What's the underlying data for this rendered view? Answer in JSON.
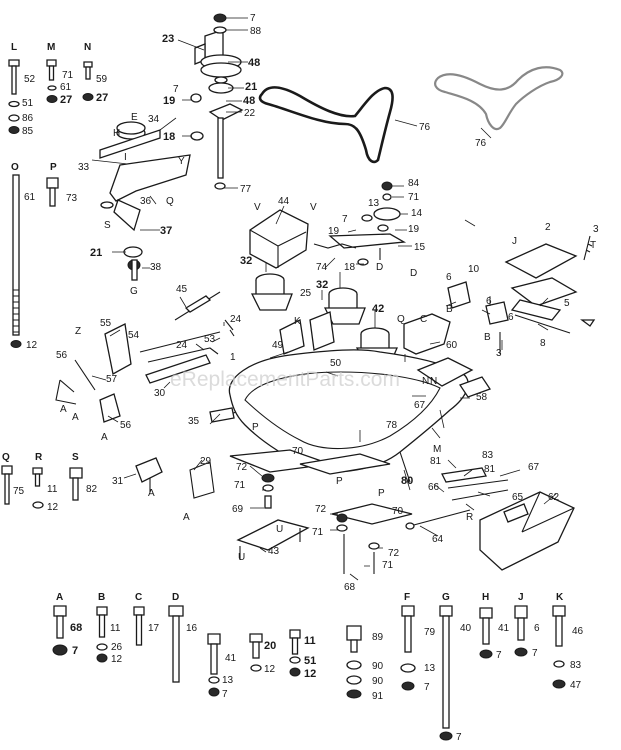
{
  "watermark": "eReplacementParts.com",
  "hardware_columns": [
    "L",
    "M",
    "N",
    "O",
    "P",
    "Q",
    "R",
    "S",
    "A",
    "B",
    "C",
    "D",
    "F",
    "G",
    "H",
    "J",
    "K"
  ],
  "part_numbers": [
    "1",
    "2",
    "3",
    "5",
    "6",
    "7",
    "8",
    "10",
    "11",
    "12",
    "13",
    "14",
    "15",
    "16",
    "17",
    "18",
    "19",
    "20",
    "21",
    "22",
    "23",
    "24",
    "25",
    "26",
    "27",
    "29",
    "30",
    "31",
    "32",
    "33",
    "34",
    "35",
    "36",
    "37",
    "38",
    "40",
    "41",
    "42",
    "43",
    "44",
    "45",
    "46",
    "47",
    "48",
    "49",
    "50",
    "51",
    "52",
    "53",
    "54",
    "55",
    "56",
    "57",
    "58",
    "59",
    "60",
    "61",
    "62",
    "64",
    "65",
    "66",
    "67",
    "68",
    "69",
    "70",
    "71",
    "72",
    "73",
    "74",
    "75",
    "76",
    "77",
    "78",
    "79",
    "80",
    "81",
    "82",
    "83",
    "84",
    "85",
    "86",
    "88",
    "89",
    "90",
    "91"
  ],
  "callout_letters": [
    "E",
    "H",
    "I",
    "Y",
    "S",
    "Q",
    "G",
    "V",
    "K",
    "D",
    "B",
    "Z",
    "A",
    "P",
    "M",
    "N",
    "U",
    "R",
    "T"
  ]
}
